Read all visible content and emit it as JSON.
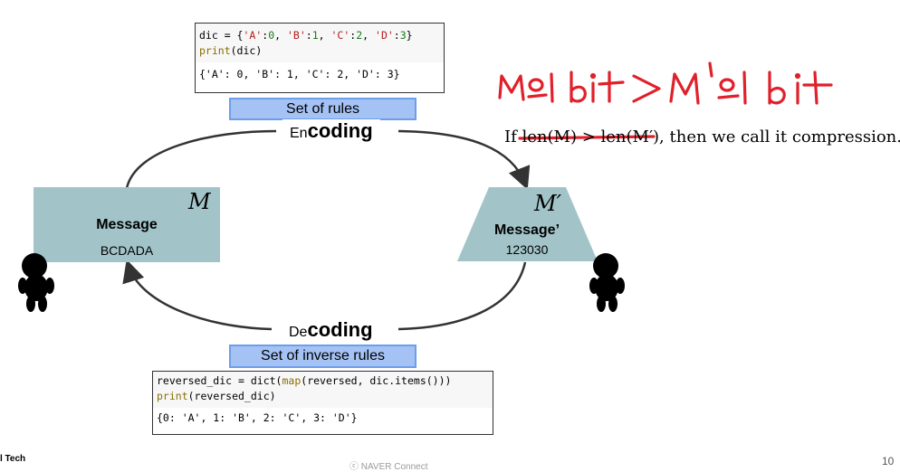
{
  "encode_code": {
    "source_lines": [
      [
        {
          "t": "dic = {",
          "c": ""
        },
        {
          "t": "'A'",
          "c": "str"
        },
        {
          "t": ":",
          "c": ""
        },
        {
          "t": "0",
          "c": "num"
        },
        {
          "t": ", ",
          "c": ""
        },
        {
          "t": "'B'",
          "c": "str"
        },
        {
          "t": ":",
          "c": ""
        },
        {
          "t": "1",
          "c": "num"
        },
        {
          "t": ", ",
          "c": ""
        },
        {
          "t": "'C'",
          "c": "str"
        },
        {
          "t": ":",
          "c": ""
        },
        {
          "t": "2",
          "c": "num"
        },
        {
          "t": ", ",
          "c": ""
        },
        {
          "t": "'D'",
          "c": "str"
        },
        {
          "t": ":",
          "c": ""
        },
        {
          "t": "3",
          "c": "num"
        },
        {
          "t": "}",
          "c": ""
        }
      ],
      [
        {
          "t": "print",
          "c": "fn"
        },
        {
          "t": "(dic)",
          "c": ""
        }
      ]
    ],
    "output": "{'A': 0, 'B': 1, 'C': 2, 'D': 3}"
  },
  "rules_label": "Set of rules",
  "encoding": {
    "prefix": "En",
    "main": "coding"
  },
  "decoding": {
    "prefix": "De",
    "main": "coding"
  },
  "inverse_rules_label": "Set of inverse rules",
  "decode_code": {
    "source_lines": [
      [
        {
          "t": "reversed_dic = dict(",
          "c": ""
        },
        {
          "t": "map",
          "c": "fn"
        },
        {
          "t": "(reversed, dic.items()))",
          "c": ""
        }
      ],
      [
        {
          "t": "print",
          "c": "fn"
        },
        {
          "t": "(reversed_dic)",
          "c": ""
        }
      ]
    ],
    "output": "{0: 'A', 1: 'B', 2: 'C', 3: 'D'}"
  },
  "message_left": {
    "symbol": "M",
    "title": "Message",
    "value": "BCDADA"
  },
  "message_right": {
    "symbol": "M′",
    "title": "Message’",
    "value": "123030"
  },
  "compression_note": "If len(M) > len(M′), then we call it compression.",
  "handwriting": "M의 bit > M'의 bit",
  "footer": {
    "left": "l Tech",
    "center": "ⓒ NAVER Connect",
    "page": "10"
  },
  "colors": {
    "message_fill": "#a2c4c9",
    "rule_fill": "#a4c2f4",
    "rule_border": "#6d9eeb",
    "ink_red": "#e0202a",
    "arrow": "#333333"
  }
}
